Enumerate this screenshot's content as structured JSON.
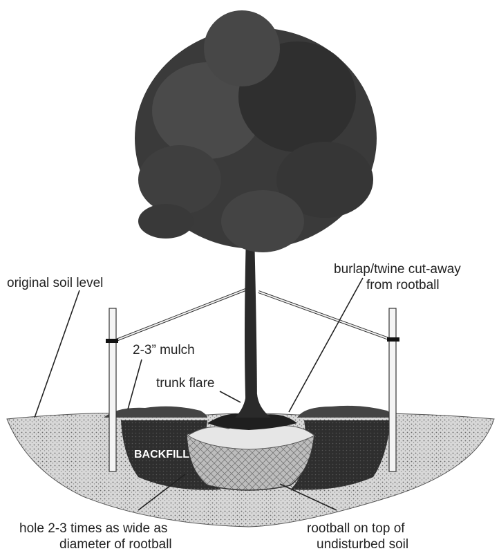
{
  "labels": {
    "original_soil_level": "original soil level",
    "burlap_line1": "burlap/twine cut-away",
    "burlap_line2": "from rootball",
    "mulch": "2-3” mulch",
    "trunk_flare": "trunk flare",
    "backfill": "BACKFILL",
    "hole_line1": "hole 2-3 times as wide as",
    "hole_line2": "diameter of rootball",
    "rootball_line1": "rootball on top of",
    "rootball_line2": "undisturbed soil"
  }
}
